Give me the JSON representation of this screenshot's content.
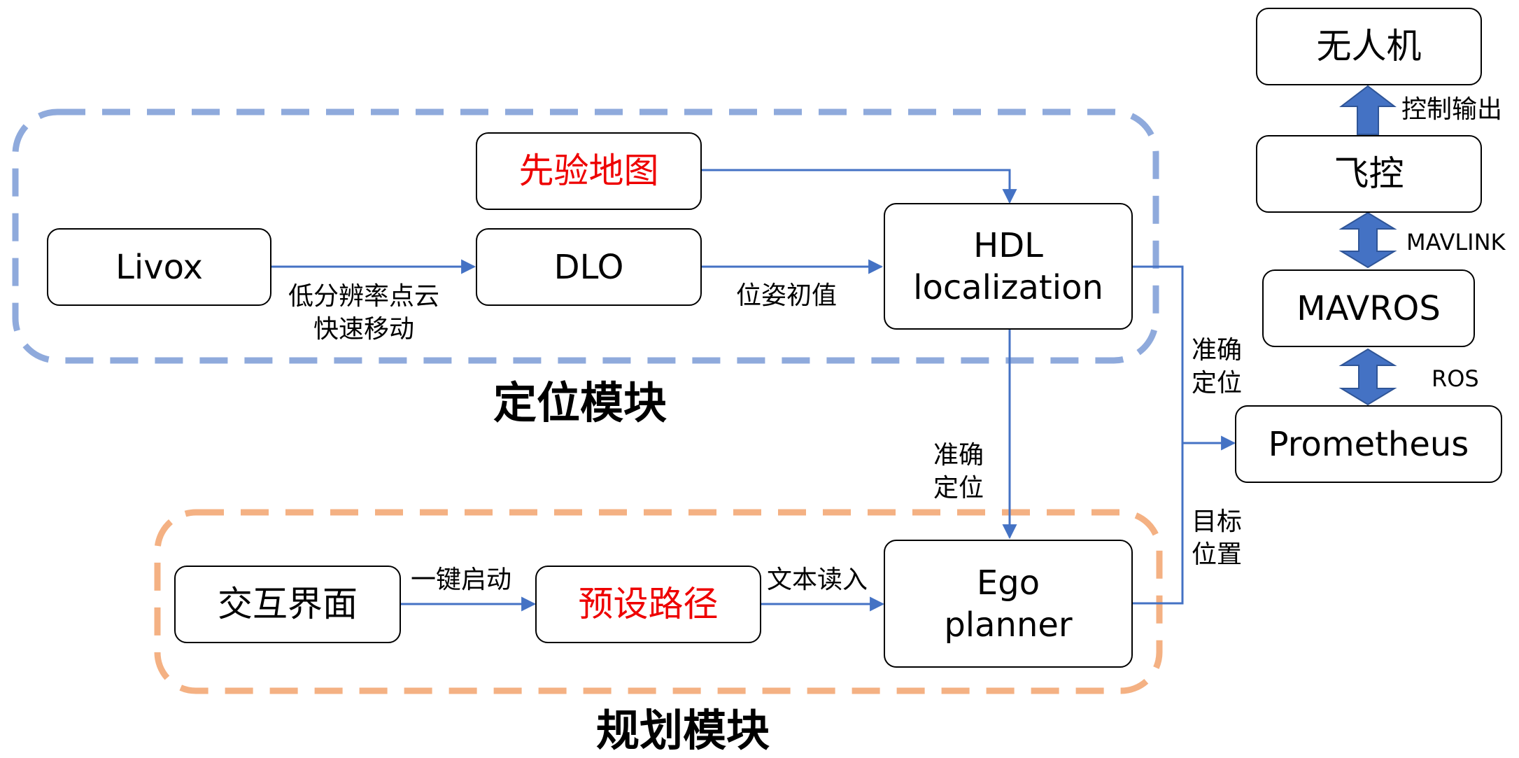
{
  "colors": {
    "localization_border": "#8FAADC",
    "planning_border": "#F4B183",
    "arrow": "#4472C4",
    "highlight_text": "#ee0000"
  },
  "modules": {
    "localization_title": "定位模块",
    "planning_title": "规划模块"
  },
  "nodes": {
    "livox": "Livox",
    "dlo": "DLO",
    "prior_map": "先验地图",
    "hdl": [
      "HDL",
      "localization"
    ],
    "ego": [
      "Ego",
      "planner"
    ],
    "ui": "交互界面",
    "preset_path": "预设路径",
    "prometheus": "Prometheus",
    "mavros": "MAVROS",
    "flight_ctrl": "飞控",
    "drone": "无人机"
  },
  "edge_labels": {
    "livox_dlo": [
      "低分辨率点云",
      "快速移动"
    ],
    "dlo_hdl": "位姿初值",
    "hdl_ego": [
      "准确",
      "定位"
    ],
    "hdl_prometheus": [
      "准确",
      "定位"
    ],
    "ego_prometheus": [
      "目标",
      "位置"
    ],
    "ui_preset": "一键启动",
    "preset_ego": "文本读入",
    "prometheus_mavros": "ROS",
    "mavros_fc": "MAVLINK",
    "fc_drone": "控制输出"
  }
}
